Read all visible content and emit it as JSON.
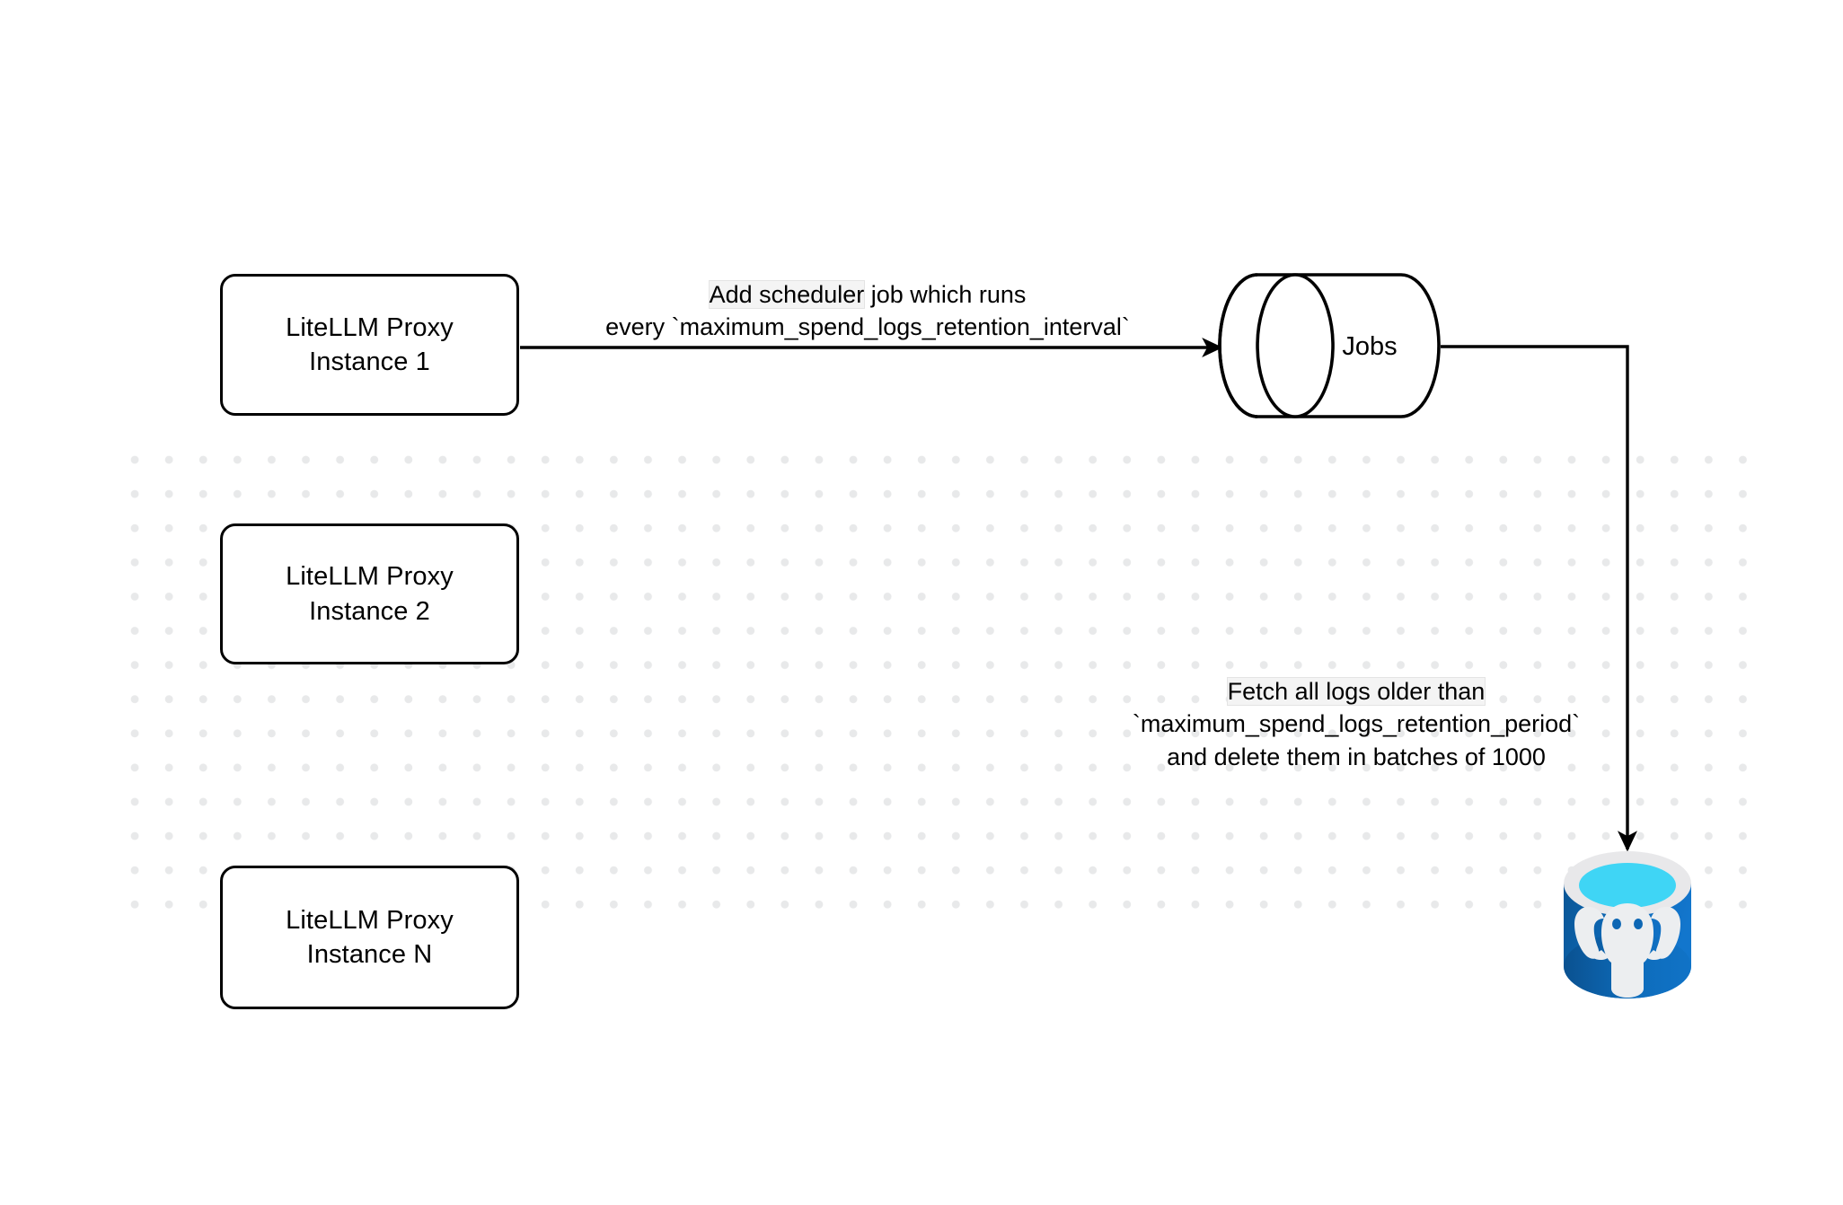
{
  "diagram": {
    "title": "LiteLLM spend logs retention scheduler flow",
    "background_color": "#ffffff",
    "dot_color": "#e8e9ea",
    "stroke_color": "#000000"
  },
  "nodes": {
    "proxy_instances": [
      {
        "id": "proxy-1",
        "line1": "LiteLLM Proxy",
        "line2": "Instance 1"
      },
      {
        "id": "proxy-2",
        "line1": "LiteLLM Proxy",
        "line2": "Instance 2"
      },
      {
        "id": "proxy-3",
        "line1": "LiteLLM Proxy",
        "line2": "Instance N"
      }
    ],
    "jobs_queue": {
      "label": "Jobs",
      "shape": "cylinder-horizontal"
    },
    "database": {
      "label": "",
      "icon": "postgresql-database-icon",
      "body_color": "#0f6fc0",
      "body_color_dark": "#0a5696",
      "rim_color": "#e8e8ea",
      "top_color": "#3fd5f5",
      "top_shadow_color": "#1781ab",
      "elephant_color": "#eceef0"
    }
  },
  "edges": [
    {
      "id": "edge-scheduler",
      "from": "proxy-1",
      "to": "jobs_queue",
      "label_lines": [
        "Add scheduler job which runs",
        "every `maximum_spend_logs_retention_interval`"
      ],
      "highlight_text": "Add scheduler",
      "arrowhead": "filled-triangle"
    },
    {
      "id": "edge-fetch-delete",
      "from": "jobs_queue",
      "to": "database",
      "label_lines": [
        "Fetch all logs older than",
        "`maximum_spend_logs_retention_period`",
        "and delete them in batches of 1000"
      ],
      "highlight_text": "Fetch all logs older than",
      "arrowhead": "filled-triangle"
    }
  ]
}
